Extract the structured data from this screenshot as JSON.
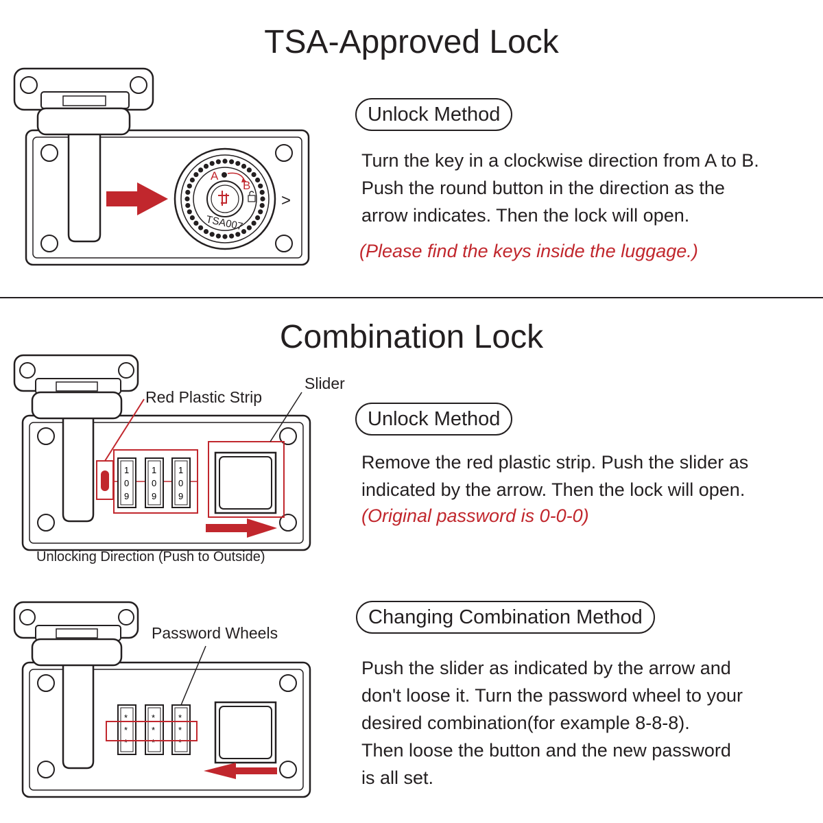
{
  "tsa": {
    "title": "TSA-Approved Lock",
    "method_label": "Unlock Method",
    "lines": [
      "Turn the key in a clockwise direction from A to B.",
      "Push the round button in the direction as the",
      "arrow indicates. Then the lock will open."
    ],
    "note": "(Please find the keys inside the luggage.)",
    "dial_label_a": "A",
    "dial_label_b": "B",
    "dial_code": "TSA007",
    "slot_mark": ">"
  },
  "combination": {
    "title": "Combination Lock",
    "strip_label": "Red Plastic Strip",
    "slider_label": "Slider",
    "method_label": "Unlock Method",
    "lines": [
      "Remove the red plastic strip. Push the slider as",
      "indicated by the arrow. Then the lock will open."
    ],
    "note": "(Original password is 0-0-0)",
    "direction_label": "Unlocking Direction (Push to Outside)",
    "wheel_digits": [
      "1",
      "0",
      "9"
    ]
  },
  "change": {
    "wheels_label": "Password Wheels",
    "method_label": "Changing Combination Method",
    "lines": [
      "Push the slider as indicated by the arrow and",
      "don't loose it. Turn the password wheel to your",
      "desired combination(for example 8-8-8).",
      "Then loose the button and the new password",
      "is all set."
    ],
    "wheel_digits": [
      "*",
      "*",
      "*"
    ]
  },
  "colors": {
    "accent_red": "#c1272d",
    "line": "#231f20",
    "lock_body": "#ffffff"
  }
}
